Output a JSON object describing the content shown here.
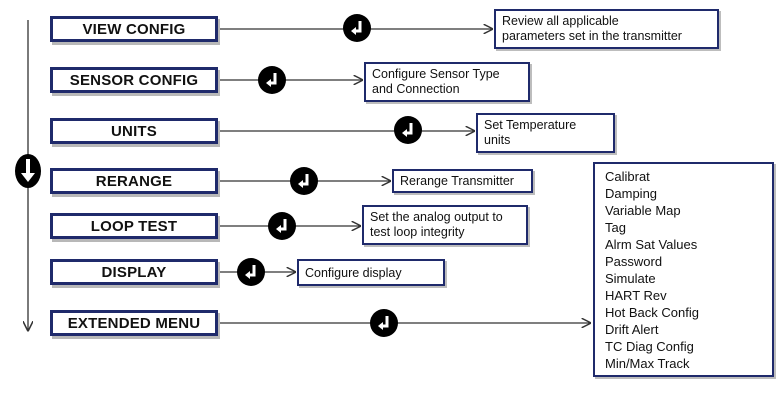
{
  "menu": [
    {
      "label": "VIEW CONFIG",
      "desc": [
        "Review all applicable",
        "parameters set in the transmitter"
      ]
    },
    {
      "label": "SENSOR CONFIG",
      "desc": [
        "Configure Sensor Type",
        "and Connection"
      ]
    },
    {
      "label": "UNITS",
      "desc": [
        "Set Temperature",
        "units"
      ]
    },
    {
      "label": "RERANGE",
      "desc": [
        "Rerange Transmitter"
      ]
    },
    {
      "label": "LOOP TEST",
      "desc": [
        "Set the analog output to",
        "test loop integrity"
      ]
    },
    {
      "label": "DISPLAY",
      "desc": [
        "Configure display"
      ]
    },
    {
      "label": "EXTENDED MENU",
      "desc": []
    }
  ],
  "extended_menu_items": [
    "Calibrat",
    "Damping",
    "Variable Map",
    "Tag",
    "Alrm Sat Values",
    "Password",
    "Simulate",
    "HART Rev",
    "Hot Back Config",
    "Drift Alert",
    "TC Diag Config",
    "Min/Max Track"
  ],
  "icons": {
    "enter": "enter-key-icon",
    "down": "down-arrow-icon"
  },
  "colors": {
    "box_border": "#1f2a6b",
    "icon_fill": "#000000",
    "line": "#333333"
  }
}
